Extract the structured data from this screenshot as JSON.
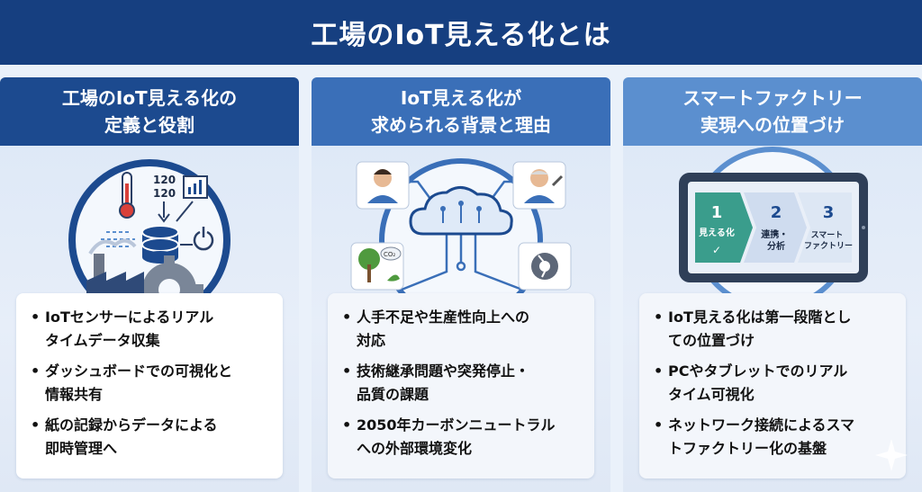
{
  "banner": {
    "title": "工場のIoT見える化とは"
  },
  "columns": [
    {
      "heading": "工場のIoT見える化の\n定義と役割",
      "bullets": [
        "IoTセンサーによるリアル\nタイムデータ収集",
        "ダッシュボードでの可視化と\n情報共有",
        "紙の記録からデータによる\n即時管理へ"
      ],
      "sensor_readings": [
        "120",
        "120"
      ]
    },
    {
      "heading": "IoT見える化が\n求められる背景と理由",
      "bullets": [
        "人手不足や生産性向上への\n対応",
        "技術継承問題や突発停止・\n品質の課題",
        "2050年カーボンニュートラル\nへの外部環境変化"
      ],
      "co2_label": "CO₂"
    },
    {
      "heading": "スマートファクトリー\n実現への位置づけ",
      "bullets": [
        "IoT見える化は第一段階とし\nての位置づけ",
        "PCやタブレットでのリアル\nタイム可視化",
        "ネットワーク接続によるスマ\nトファクトリー化の基盤"
      ],
      "steps": [
        {
          "num": "1",
          "label": "見える化",
          "mark": "✓"
        },
        {
          "num": "2",
          "label": "連携・\n分析"
        },
        {
          "num": "3",
          "label": "スマート\nファクトリー"
        }
      ]
    }
  ]
}
